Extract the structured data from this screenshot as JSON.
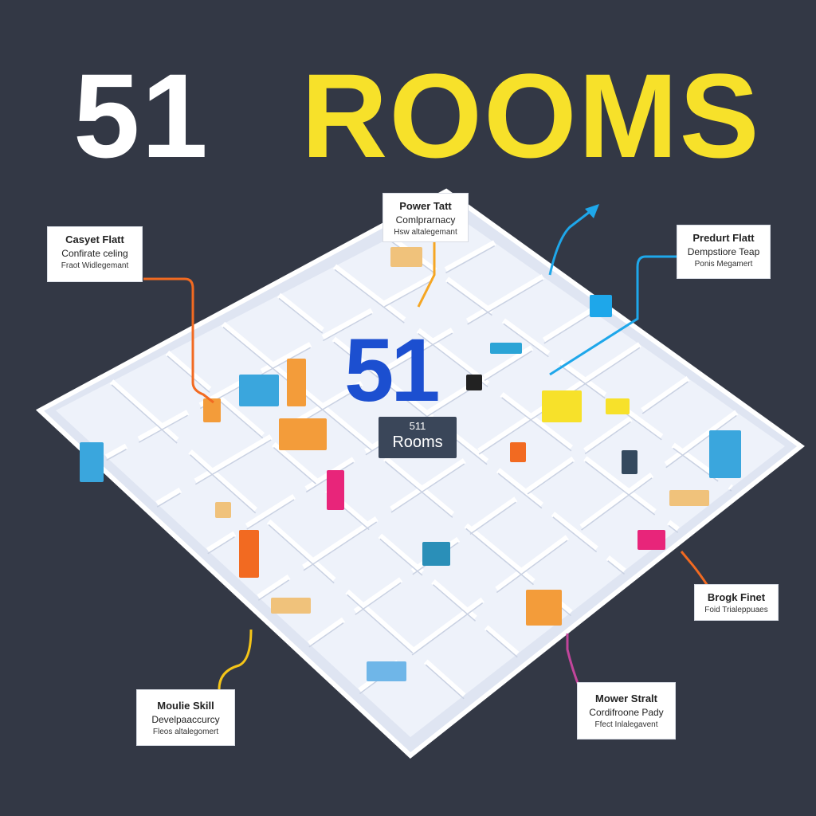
{
  "title": {
    "number": "51",
    "word": "ROOMS"
  },
  "center": {
    "number": "51",
    "badge_small": "511",
    "badge_label": "Rooms"
  },
  "callouts": [
    {
      "id": "top-left",
      "heading": "Casyet Flatt",
      "sub": "Confirate celing",
      "meta": "Fraot Widlegemant",
      "line_color": "#f26a21"
    },
    {
      "id": "top-center",
      "heading": "Power Tatt",
      "sub": "Comlprarnacy",
      "meta": "Hsw altalegemant",
      "line_color": "#f5a623"
    },
    {
      "id": "top-right",
      "heading": "Predurt Flatt",
      "sub": "Dempstiore Teap",
      "meta": "Ponis Megamert",
      "line_color": "#1ea7ea"
    },
    {
      "id": "mid-right",
      "heading": "Brogk Finet",
      "sub": "",
      "meta": "Foid Trialeppuaes",
      "line_color": "#f26a21"
    },
    {
      "id": "bottom-left",
      "heading": "Moulie Skill",
      "sub": "Develpaaccurcy",
      "meta": "Fleos altalegomert",
      "line_color": "#f5c518"
    },
    {
      "id": "bottom-right",
      "heading": "Mower Stralt",
      "sub": "Cordifroone Pady",
      "meta": "Ffect Inlalegavent",
      "line_color": "#c2459b"
    }
  ],
  "colors": {
    "background": "#333845",
    "title_number": "#ffffff",
    "title_word": "#f7e12a",
    "center_number": "#1c4fd0",
    "floor": "#eef2fa"
  }
}
